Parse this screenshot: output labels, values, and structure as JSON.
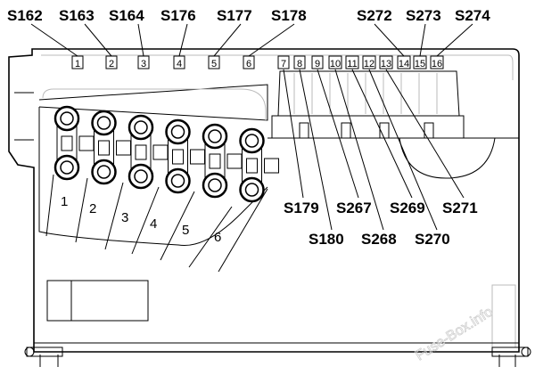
{
  "diagram": {
    "top_labels": [
      "S162",
      "S163",
      "S164",
      "S176",
      "S177",
      "S178",
      "S272",
      "S273",
      "S274"
    ],
    "slot_numbers": [
      "1",
      "2",
      "3",
      "4",
      "5",
      "6",
      "7",
      "8",
      "9",
      "10",
      "11",
      "12",
      "13",
      "14",
      "15",
      "16"
    ],
    "right_labels_row1": [
      "S179",
      "S267",
      "S269",
      "S271"
    ],
    "right_labels_row2": [
      "S180",
      "S268",
      "S270"
    ],
    "fuse_numbers": [
      "1",
      "2",
      "3",
      "4",
      "5",
      "6"
    ],
    "watermark": "Fuse-Box.info"
  }
}
